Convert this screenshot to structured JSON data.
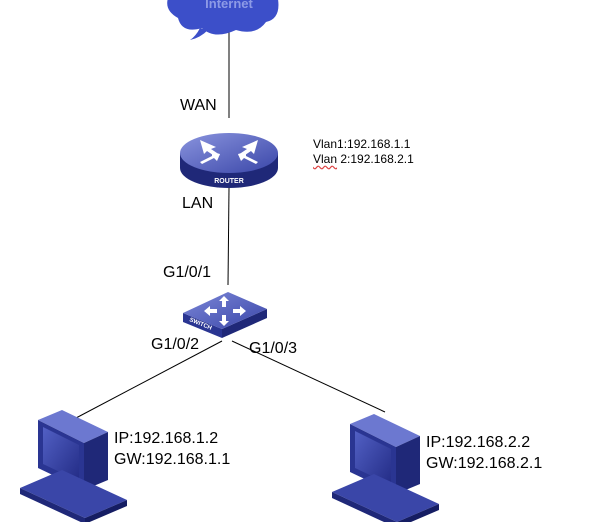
{
  "cloud": {
    "text": "Internet"
  },
  "router": {
    "device_label": "ROUTER",
    "wan_label": "WAN",
    "lan_label": "LAN",
    "vlan1": "Vlan1:192.168.1.1",
    "vlan2_prefix": "Vlan",
    "vlan2_rest": " 2:192.168.2.1"
  },
  "switch": {
    "device_label": "SWITCH",
    "uplink_port": "G1/0/1",
    "port_left": "G1/0/2",
    "port_right": "G1/0/3"
  },
  "pc_left": {
    "ip": "IP:192.168.1.2",
    "gw": "GW:192.168.1.1"
  },
  "pc_right": {
    "ip": "IP:192.168.2.2",
    "gw": "GW:192.168.2.1"
  },
  "colors": {
    "device_blue": "#3a46a8",
    "device_dark": "#1f2878",
    "device_light": "#6c78d0",
    "cloud": "#3c4fc9",
    "line": "#000000"
  }
}
